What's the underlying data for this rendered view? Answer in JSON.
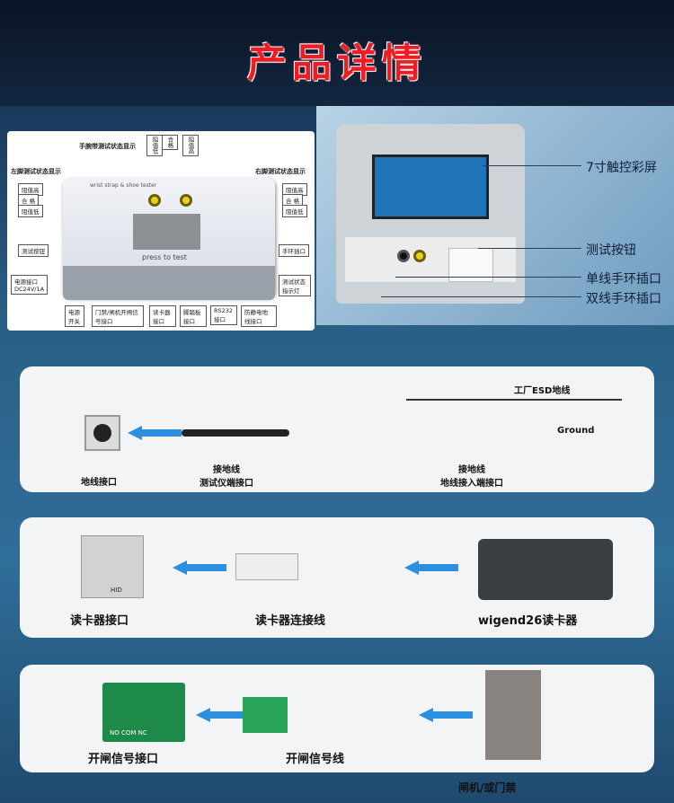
{
  "title": "产品详情",
  "panel1": {
    "wrist_status": "手腕带测试状态显示",
    "wrist_leds": [
      "阻值低",
      "合格",
      "阻值高"
    ],
    "left_foot": "左脚测试状态显示",
    "right_foot": "右脚测试状态显示",
    "left_states": [
      "阻值高",
      "合 格",
      "阻值低"
    ],
    "right_states": [
      "阻值高",
      "合 格",
      "阻值低"
    ],
    "device_name": "wrist strap & shoe tester",
    "press": "press to test",
    "test_button": "测试按钮",
    "wrist_port": "手环插口",
    "indicator": "测试状态指示灯",
    "power_port": "电源接口",
    "power_spec": "DC24V/1A",
    "bottom": [
      "电源开关",
      "门禁/闸机开闸信号接口",
      "读卡器接口",
      "脚踏板接口",
      "RS232接口",
      "防静电地线接口"
    ]
  },
  "panel2": {
    "labels": [
      "7寸触控彩屏",
      "测试按钮",
      "单线手环插口",
      "双线手环插口"
    ]
  },
  "row1": {
    "esd": "工厂ESD地线",
    "ground": "Ground",
    "port": "地线接口",
    "tester_end": "接地线\n测试仪端接口",
    "ground_end": "接地线\n地线接入端接口"
  },
  "row2": {
    "port": "读卡器接口",
    "cable": "读卡器连接线",
    "reader": "wigend26读卡器",
    "hid": "HID"
  },
  "row3": {
    "port": "开闸信号接口",
    "pins": "NO COM NC",
    "cable": "开闸信号线",
    "gate": "闸机/或门禁"
  },
  "colors": {
    "title": "#f01c24",
    "arrow": "#2d8fe0"
  }
}
